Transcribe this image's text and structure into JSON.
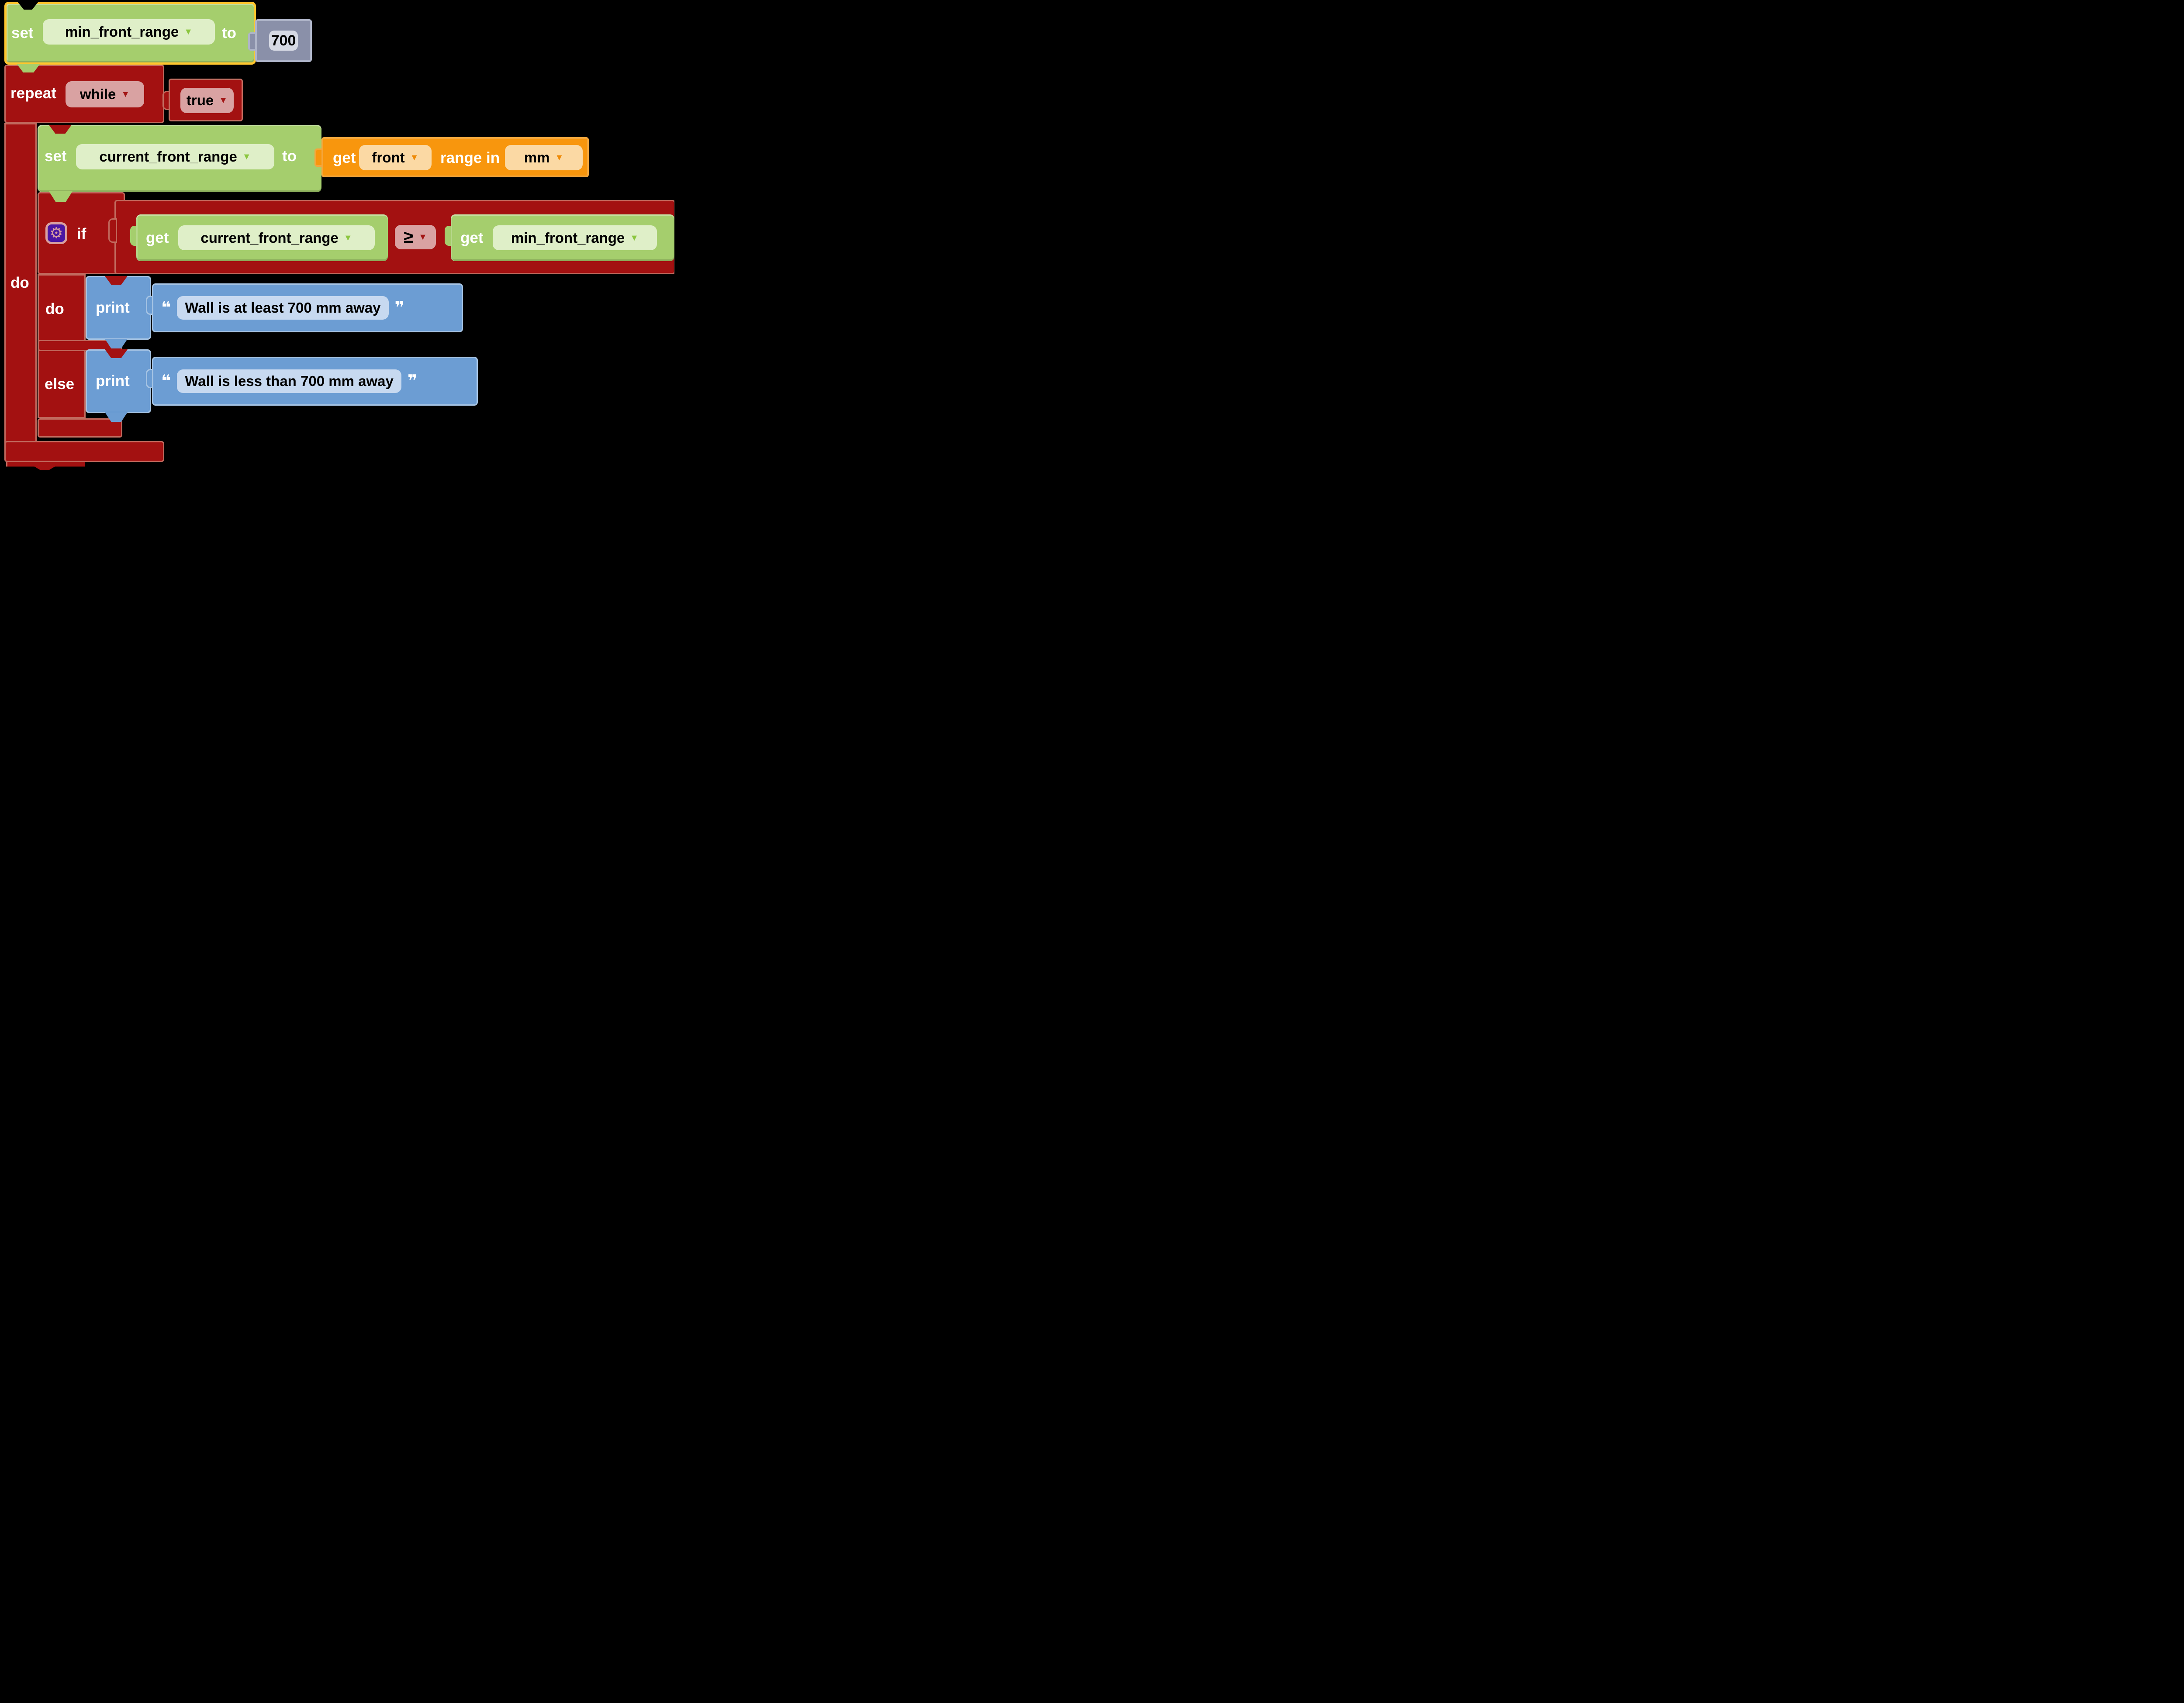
{
  "workspace": {
    "blocks": {
      "set_min": {
        "label_set": "set",
        "variable": "min_front_range",
        "label_to": "to",
        "value": "700"
      },
      "repeat": {
        "label_repeat": "repeat",
        "mode": "while",
        "condition": "true",
        "label_do": "do"
      },
      "set_current": {
        "label_set": "set",
        "variable": "current_front_range",
        "label_to": "to"
      },
      "get_range": {
        "label_get": "get",
        "sensor": "front",
        "label_range_in": "range in",
        "unit": "mm"
      },
      "if_block": {
        "label_if": "if",
        "label_do": "do",
        "label_else": "else"
      },
      "condition": {
        "lhs_label": "get",
        "lhs_var": "current_front_range",
        "operator": "≥",
        "rhs_label": "get",
        "rhs_var": "min_front_range"
      },
      "print_do": {
        "label": "print",
        "open_quote": "❝",
        "text": "Wall is at least 700 mm away",
        "close_quote": "❞"
      },
      "print_else": {
        "label": "print",
        "open_quote": "❝",
        "text": "Wall is less than 700 mm away",
        "close_quote": "❞"
      }
    },
    "icons": {
      "gear": "⚙",
      "dropdown": "▼"
    },
    "colors": {
      "loop_block": "#A31111",
      "loop_border": "#C16A5E",
      "loop_field": "#D9A2A2",
      "loop_arrow": "#A31515",
      "variable_block": "#A5CE6D",
      "variable_field": "#DFEFC8",
      "variable_arrow": "#8CC63F",
      "selected_outline": "#FFC62E",
      "math_block": "#8A90A9",
      "math_border": "#AEB4C8",
      "math_field": "#D6D9E4",
      "sensor_block": "#F8960D",
      "sensor_border": "#F4A63C",
      "sensor_field": "#FBD9A4",
      "sensor_arrow": "#EF8A05",
      "text_block": "#6C9DD3",
      "text_border": "#A6C4E4",
      "text_field": "#C7D9F0",
      "mutator_bg": "#4A16A3",
      "mutator_icon": "#D9A0A0"
    }
  }
}
